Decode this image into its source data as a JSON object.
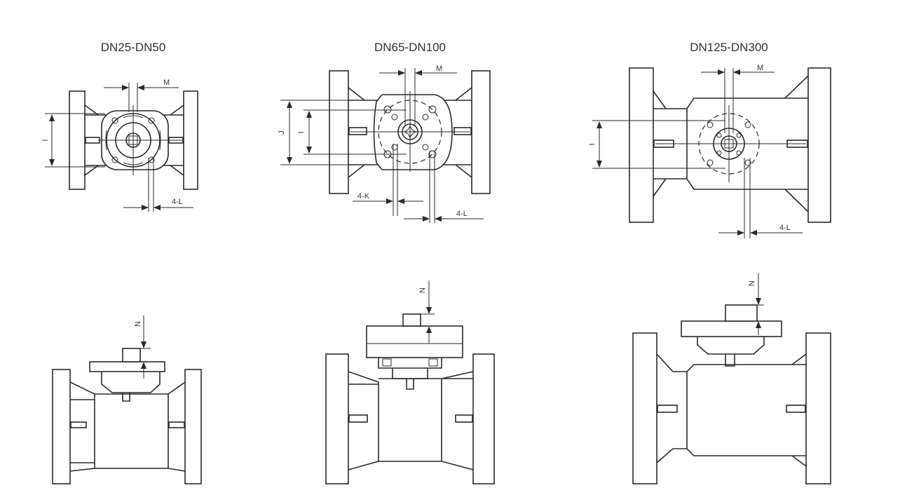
{
  "titles": [
    "DN25-DN50",
    "DN65-DN100",
    "DN125-DN300"
  ],
  "labels": {
    "M": "M",
    "I": "I",
    "J": "J",
    "K": "4-K",
    "L": "4-L",
    "N": "N"
  },
  "colors": {
    "line": "#2a2a2a",
    "background": "#ffffff"
  }
}
